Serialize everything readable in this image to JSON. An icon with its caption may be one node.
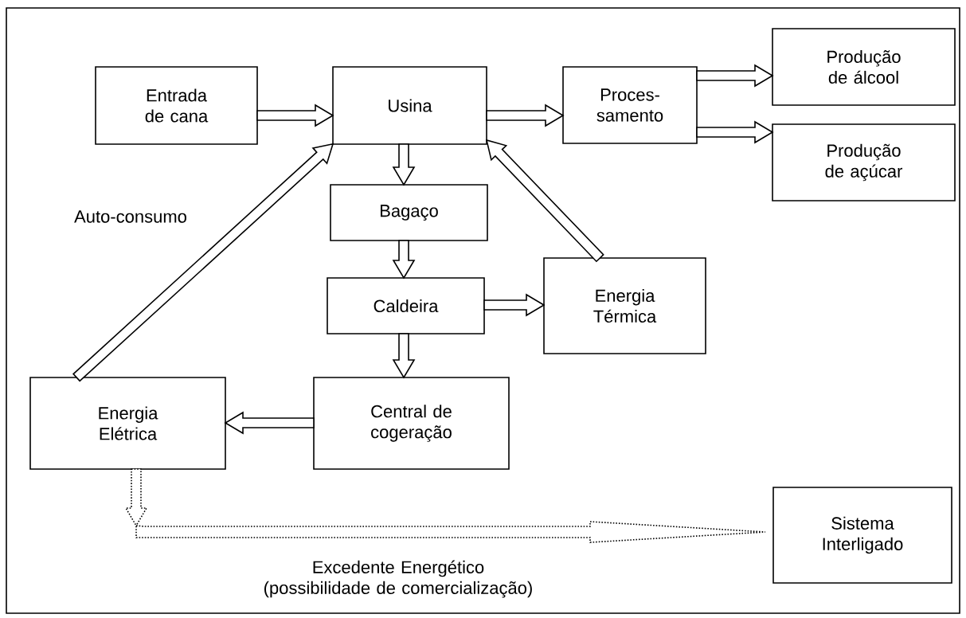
{
  "diagram": {
    "nodes": [
      {
        "text": [
          "Entrada de cana"
        ]
      },
      {
        "text": [
          "Usina"
        ]
      },
      {
        "text": [
          "Proces- samento"
        ]
      },
      {
        "text": [
          "Produção de álcool"
        ]
      },
      {
        "text": [
          "Produção de açúcar"
        ]
      },
      {
        "text": [
          "Bagaço"
        ]
      },
      {
        "text": [
          "Caldeira"
        ]
      },
      {
        "text": [
          "Energia Térmica"
        ]
      },
      {
        "text": [
          "Energia Elétrica"
        ]
      },
      {
        "text": [
          "Central de cogeração"
        ]
      },
      {
        "text": [
          "Sistema Interligado"
        ]
      }
    ],
    "edges": [
      {
        "from": 0,
        "to": 1,
        "arrow": "to"
      },
      {
        "from": 1,
        "to": 2,
        "arrow": "to"
      },
      {
        "from": 2,
        "to": 3,
        "arrow": "to"
      },
      {
        "from": 2,
        "to": 4,
        "arrow": "to"
      },
      {
        "from": 1,
        "to": 5,
        "arrow": "to"
      },
      {
        "from": 5,
        "to": 6,
        "arrow": "to"
      },
      {
        "from": 6,
        "to": 7,
        "arrow": "to"
      },
      {
        "from": 6,
        "to": 9,
        "arrow": "to"
      },
      {
        "from": 9,
        "to": 8,
        "arrow": "to"
      },
      {
        "from": 7,
        "to": 1,
        "arrow": "to"
      },
      {
        "from": 8,
        "to": 1,
        "arrow": "to",
        "label": "Auto-consumo"
      },
      {
        "from": 8,
        "to": 10,
        "arrow": "to",
        "style": "dashed",
        "label": "Excedente Energético (possibilidade de comercialização)"
      }
    ]
  }
}
